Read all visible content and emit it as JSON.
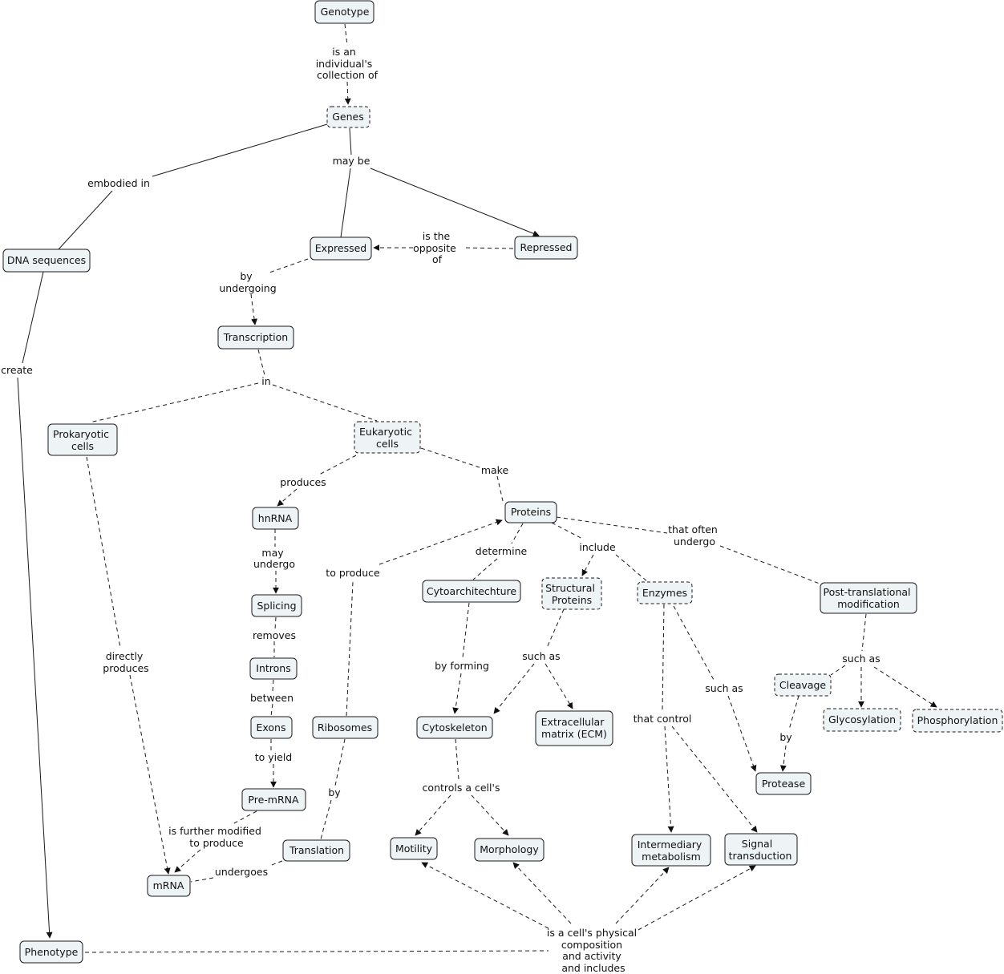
{
  "nodes": {
    "genotype": "Genotype",
    "genes": "Genes",
    "dna_sequences": "DNA sequences",
    "expressed": "Expressed",
    "repressed": "Repressed",
    "transcription": "Transcription",
    "prokaryotic_cells": [
      "Prokaryotic",
      "cells"
    ],
    "eukaryotic_cells": [
      "Eukaryotic",
      "cells"
    ],
    "hnrna": "hnRNA",
    "splicing": "Splicing",
    "introns": "Introns",
    "exons": "Exons",
    "pre_mrna": "Pre-mRNA",
    "mrna": "mRNA",
    "translation": "Translation",
    "ribosomes": "Ribosomes",
    "proteins": "Proteins",
    "cytoarchitecture": "Cytoarchitechture",
    "structural_proteins": [
      "Structural",
      "Proteins"
    ],
    "enzymes": "Enzymes",
    "post_translational": [
      "Post-translational",
      "modification"
    ],
    "cytoskeleton": "Cytoskeleton",
    "ecm": [
      "Extracellular",
      "matrix (ECM)"
    ],
    "cleavage": "Cleavage",
    "glycosylation": "Glycosylation",
    "phosphorylation": "Phosphorylation",
    "protease": "Protease",
    "motility": "Motility",
    "morphology": "Morphology",
    "intermediary_metabolism": [
      "Intermediary",
      "metabolism"
    ],
    "signal_transduction": [
      "Signal",
      "transduction"
    ],
    "phenotype": "Phenotype"
  },
  "links": {
    "is_collection_of": [
      "is an",
      "individual's",
      "collection of"
    ],
    "embodied_in": "embodied in",
    "may_be": "may be",
    "is_opposite_of": [
      "is the",
      "opposite",
      "of"
    ],
    "by_undergoing": [
      "by",
      "undergoing"
    ],
    "create": "create",
    "in": "in",
    "directly_produces": [
      "directly",
      "produces"
    ],
    "produces": "produces",
    "make": "make",
    "may_undergo": [
      "may",
      "undergo"
    ],
    "removes": "removes",
    "between": "between",
    "to_yield": "to yield",
    "further_modified": [
      "is further modified",
      "to produce"
    ],
    "undergoes": "undergoes",
    "by_translation": "by",
    "to_produce": "to produce",
    "determine": "determine",
    "include": "include",
    "that_often_undergo": [
      "that often",
      "undergo"
    ],
    "by_forming": "by forming",
    "such_as_structural": "such as",
    "that_control": "that control",
    "such_as_enzymes": "such as",
    "such_as_ptm": "such as",
    "by_protease": "by",
    "controls_a_cells": "controls a cell's",
    "physical_composition": [
      "is a cell's physical",
      "composition",
      "and activity",
      "and includes"
    ]
  }
}
